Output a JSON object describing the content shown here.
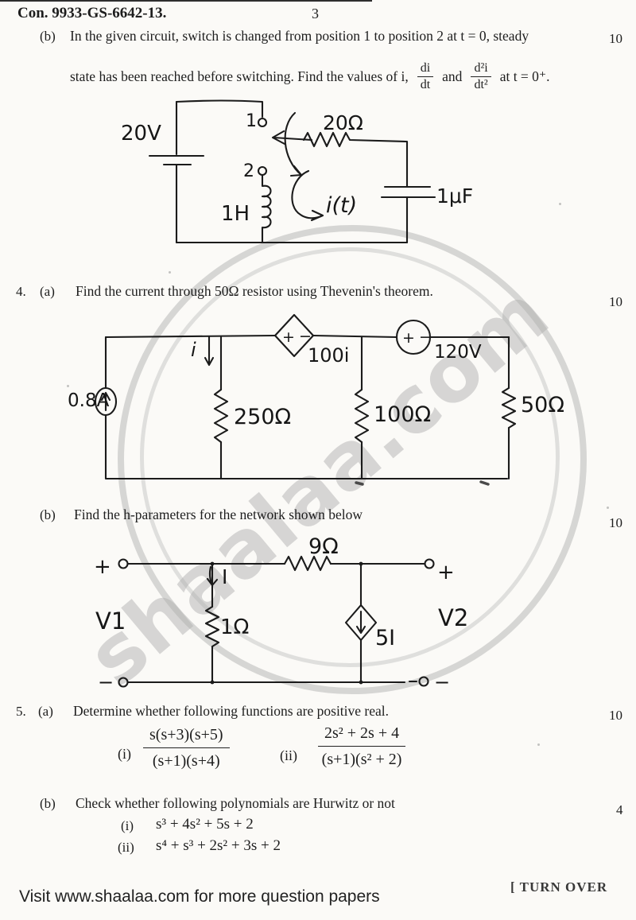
{
  "header": {
    "exam_code": "Con. 9933-GS-6642-13.",
    "page_number": "3"
  },
  "q3b": {
    "label": "(b)",
    "line1": "In the given circuit, switch is changed from position 1 to position 2 at t = 0, steady",
    "line2_start": "state has been reached before switching. Find the values of i,",
    "frac1_num": "di",
    "frac1_den": "dt",
    "conj": "and",
    "frac2_num": "d²i",
    "frac2_den": "dt²",
    "line2_end": "at  t = 0⁺.",
    "marks": "10"
  },
  "circuit1": {
    "battery": "20V",
    "pos1": "1",
    "pos2": "2",
    "inductor": "1H",
    "resistor": "20Ω",
    "capacitor": "1μF",
    "loop_current": "i(t)"
  },
  "q4a": {
    "number": "4.",
    "label": "(a)",
    "text": "Find the current through 50Ω resistor using Thevenin's theorem.",
    "marks": "10"
  },
  "circuit2": {
    "source": "0.8A",
    "branch_current": "i",
    "r1": "250Ω",
    "dep_source": "100i",
    "r2": "100Ω",
    "v_source": "120V",
    "r3": "50Ω",
    "plus": "+",
    "minus": "−"
  },
  "q4b": {
    "label": "(b)",
    "text": "Find the h-parameters for the network shown below",
    "marks": "10"
  },
  "circuit3": {
    "r_series": "9Ω",
    "r_shunt": "1Ω",
    "current": "I",
    "dep_source": "5I",
    "v1": "V1",
    "v2": "V2",
    "plus": "+",
    "minus": "−"
  },
  "q5a": {
    "number": "5.",
    "label": "(a)",
    "text": "Determine whether following functions are positive real.",
    "marks": "10",
    "i_label": "(i)",
    "i_num": "s(s+3)(s+5)",
    "i_den": "(s+1)(s+4)",
    "ii_label": "(ii)",
    "ii_num": "2s² + 2s + 4",
    "ii_den": "(s+1)(s² + 2)"
  },
  "q5b": {
    "label": "(b)",
    "text": "Check whether following polynomials are Hurwitz or not",
    "marks": "4",
    "i_label": "(i)",
    "i_text": "s³ + 4s² + 5s + 2",
    "ii_label": "(ii)",
    "ii_text": "s⁴ + s³ + 2s² + 3s + 2"
  },
  "watermark": {
    "text": "shaalaa.com"
  },
  "footer": {
    "promo": "Visit www.shaalaa.com for more question papers",
    "turn_over": "[ TURN OVER"
  }
}
